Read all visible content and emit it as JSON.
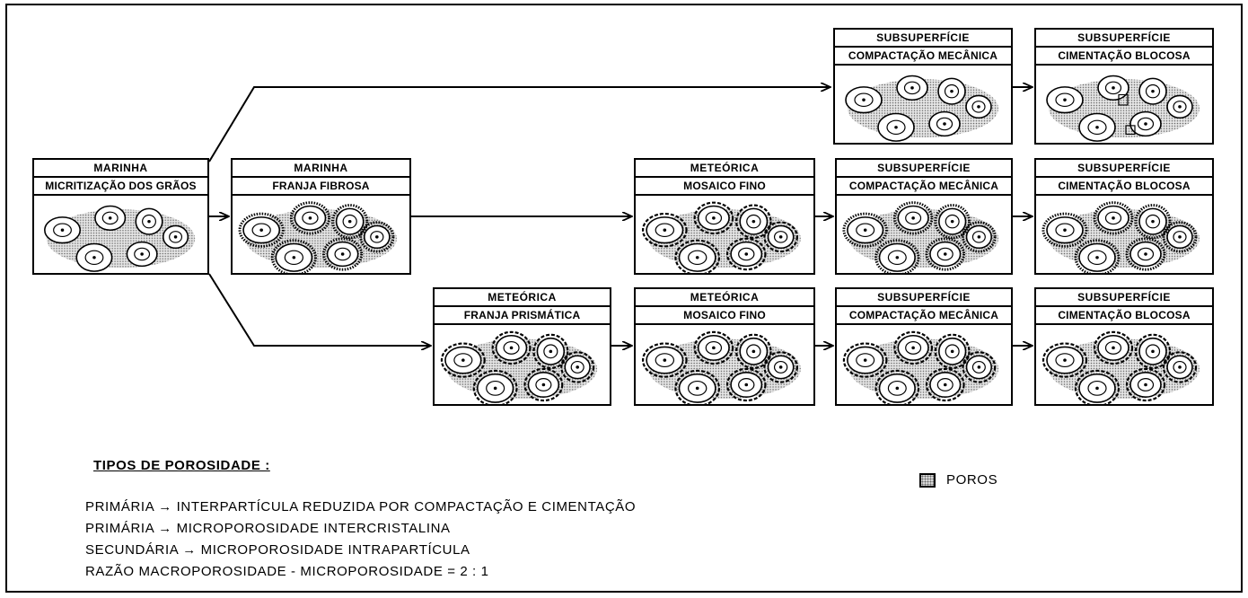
{
  "boxes": {
    "b0": {
      "env": "MARINHA",
      "process": "MICRITIZAÇÃO DOS GRÃOS"
    },
    "b1": {
      "env": "MARINHA",
      "process": "FRANJA  FIBROSA"
    },
    "b2": {
      "env": "SUBSUPERFÍCIE",
      "process": "COMPACTAÇÃO MECÂNICA"
    },
    "b3": {
      "env": "SUBSUPERFÍCIE",
      "process": "CIMENTAÇÃO BLOCOSA"
    },
    "b4": {
      "env": "METEÓRICA",
      "process": "MOSAICO FINO"
    },
    "b5": {
      "env": "SUBSUPERFÍCIE",
      "process": "COMPACTAÇÃO MECÂNICA"
    },
    "b6": {
      "env": "SUBSUPERFÍCIE",
      "process": "CIMENTAÇÃO BLOCOSA"
    },
    "b7": {
      "env": "METEÓRICA",
      "process": "FRANJA  PRISMÁTICA"
    },
    "b8": {
      "env": "METEÓRICA",
      "process": "MOSAICO FINO"
    },
    "b9": {
      "env": "SUBSUPERFÍCIE",
      "process": "COMPACTAÇÃO MECÂNICA"
    },
    "b10": {
      "env": "SUBSUPERFÍCIE",
      "process": "CIMENTAÇÃO BLOCOSA"
    }
  },
  "legend": {
    "title": "TIPOS DE POROSIDADE :",
    "lines": [
      "PRIMÁRIA  →  INTERPARTÍCULA  REDUZIDA  POR  COMPACTAÇÃO  E  CIMENTAÇÃO",
      "PRIMÁRIA    →  MICROPOROSIDADE   INTERCRISTALINA",
      "SECUNDÁRIA →  MICROPOROSIDADE   INTRAPARTÍCULA",
      "RAZÃO  MACROPOROSIDADE  -  MICROPOROSIDADE  =  2 : 1"
    ],
    "poros_label": "POROS"
  },
  "colors": {
    "line": "#000000",
    "pores": "#c8c8c8"
  }
}
